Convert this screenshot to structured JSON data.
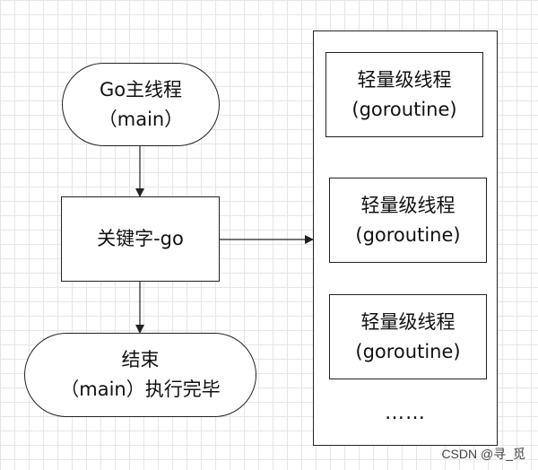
{
  "main_thread": {
    "line1": "Go主线程",
    "line2": "（main）"
  },
  "keyword": {
    "label": "关键字-go"
  },
  "end": {
    "line1": "结束",
    "line2": "（main）执行完毕"
  },
  "goroutines": [
    {
      "line1": "轻量级线程",
      "line2": "(goroutine)"
    },
    {
      "line1": "轻量级线程",
      "line2": "(goroutine)"
    },
    {
      "line1": "轻量级线程",
      "line2": "(goroutine)"
    }
  ],
  "ellipsis": "……",
  "watermark": "CSDN @寻_觅",
  "colors": {
    "stroke": "#222222",
    "grid": "#e6e6e6",
    "background": "#ffffff"
  }
}
